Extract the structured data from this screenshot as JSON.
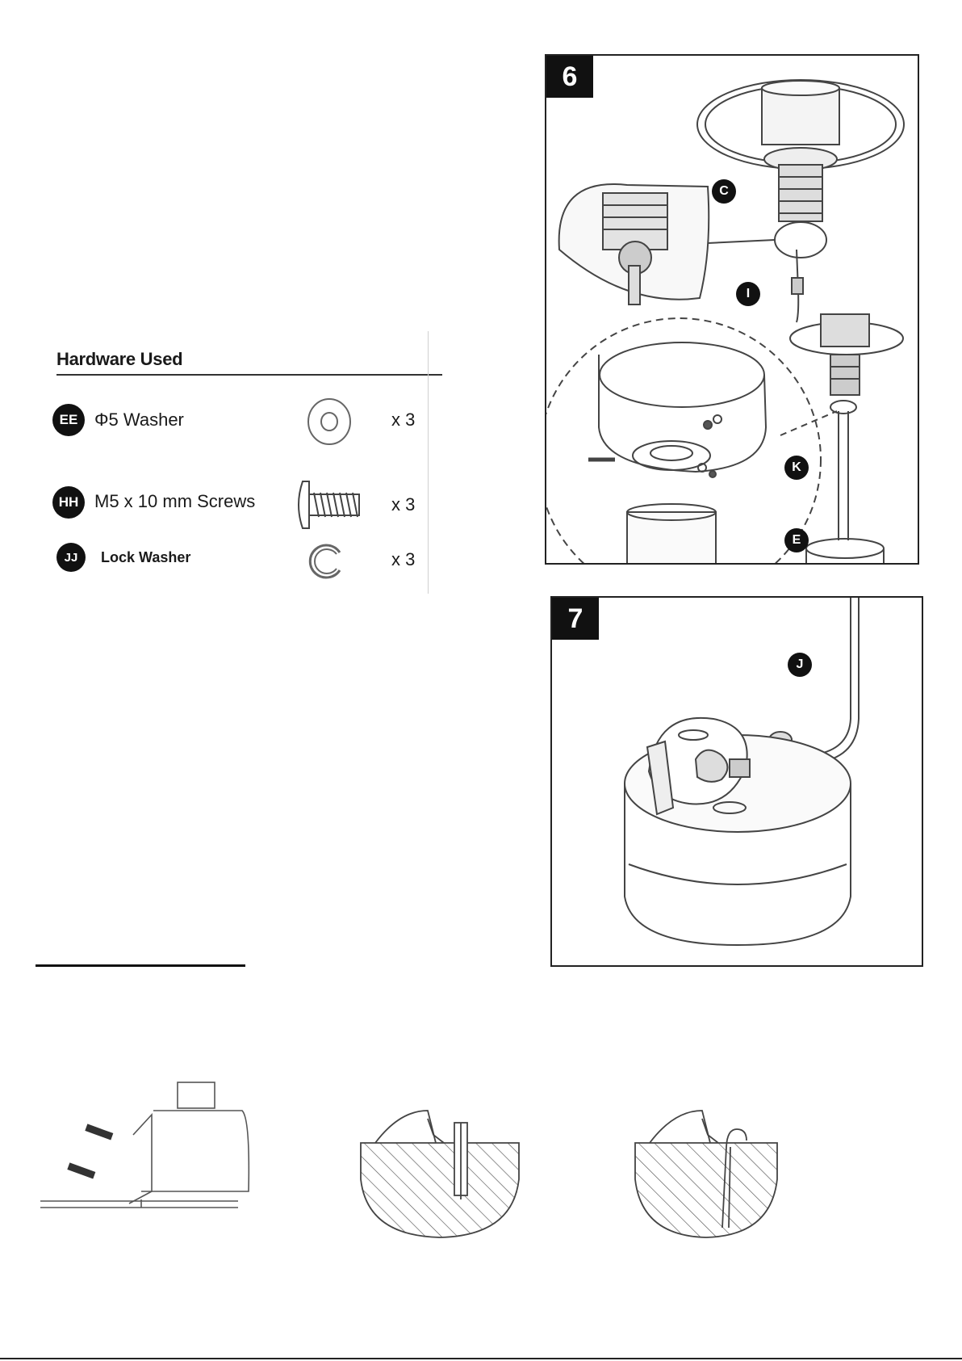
{
  "hardware": {
    "title": "Hardware Used",
    "items": [
      {
        "code": "EE",
        "name": "Φ5 Washer",
        "qty": "x 3"
      },
      {
        "code": "HH",
        "name": "M5 x 10 mm Screws",
        "qty": "x 3"
      },
      {
        "code": "JJ",
        "name": "Lock Washer",
        "qty": "x 3"
      }
    ]
  },
  "step6": {
    "number": "6",
    "labels": {
      "c": "C",
      "i": "I",
      "k": "K",
      "e": "E"
    }
  },
  "step7": {
    "number": "7",
    "labels": {
      "j": "J"
    }
  }
}
